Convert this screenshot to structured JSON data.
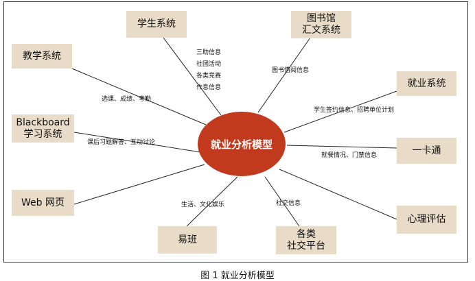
{
  "center": "就业分析模型",
  "nodes": {
    "xuesheng": "学生系统",
    "tushuguan": "图书馆\n汇文系统",
    "jiaoxue": "教学系统",
    "jiuye": "就业系统",
    "blackboard": "Blackboard\n学习系统",
    "yikatong": "一卡通",
    "web": "Web 网页",
    "xinli": "心理评估",
    "yiban": "易班",
    "shejiao": "各类\n社交平台"
  },
  "edge_labels": {
    "xuesheng_1": "三助信息",
    "xuesheng_2": "社团活动",
    "xuesheng_3": "各类竞赛",
    "xuesheng_4": "作息信息",
    "tushuguan": "图书借阅信息",
    "jiaoxue": "选课、成绩、考勤",
    "jiuye": "学生签约信息、招聘单位计划",
    "blackboard": "课后习题解答、互动讨论",
    "yikatong": "就餐情况、门禁信息",
    "yiban": "生活、文化娱乐",
    "shejiao": "社交信息"
  },
  "caption": "图 1  就业分析模型"
}
